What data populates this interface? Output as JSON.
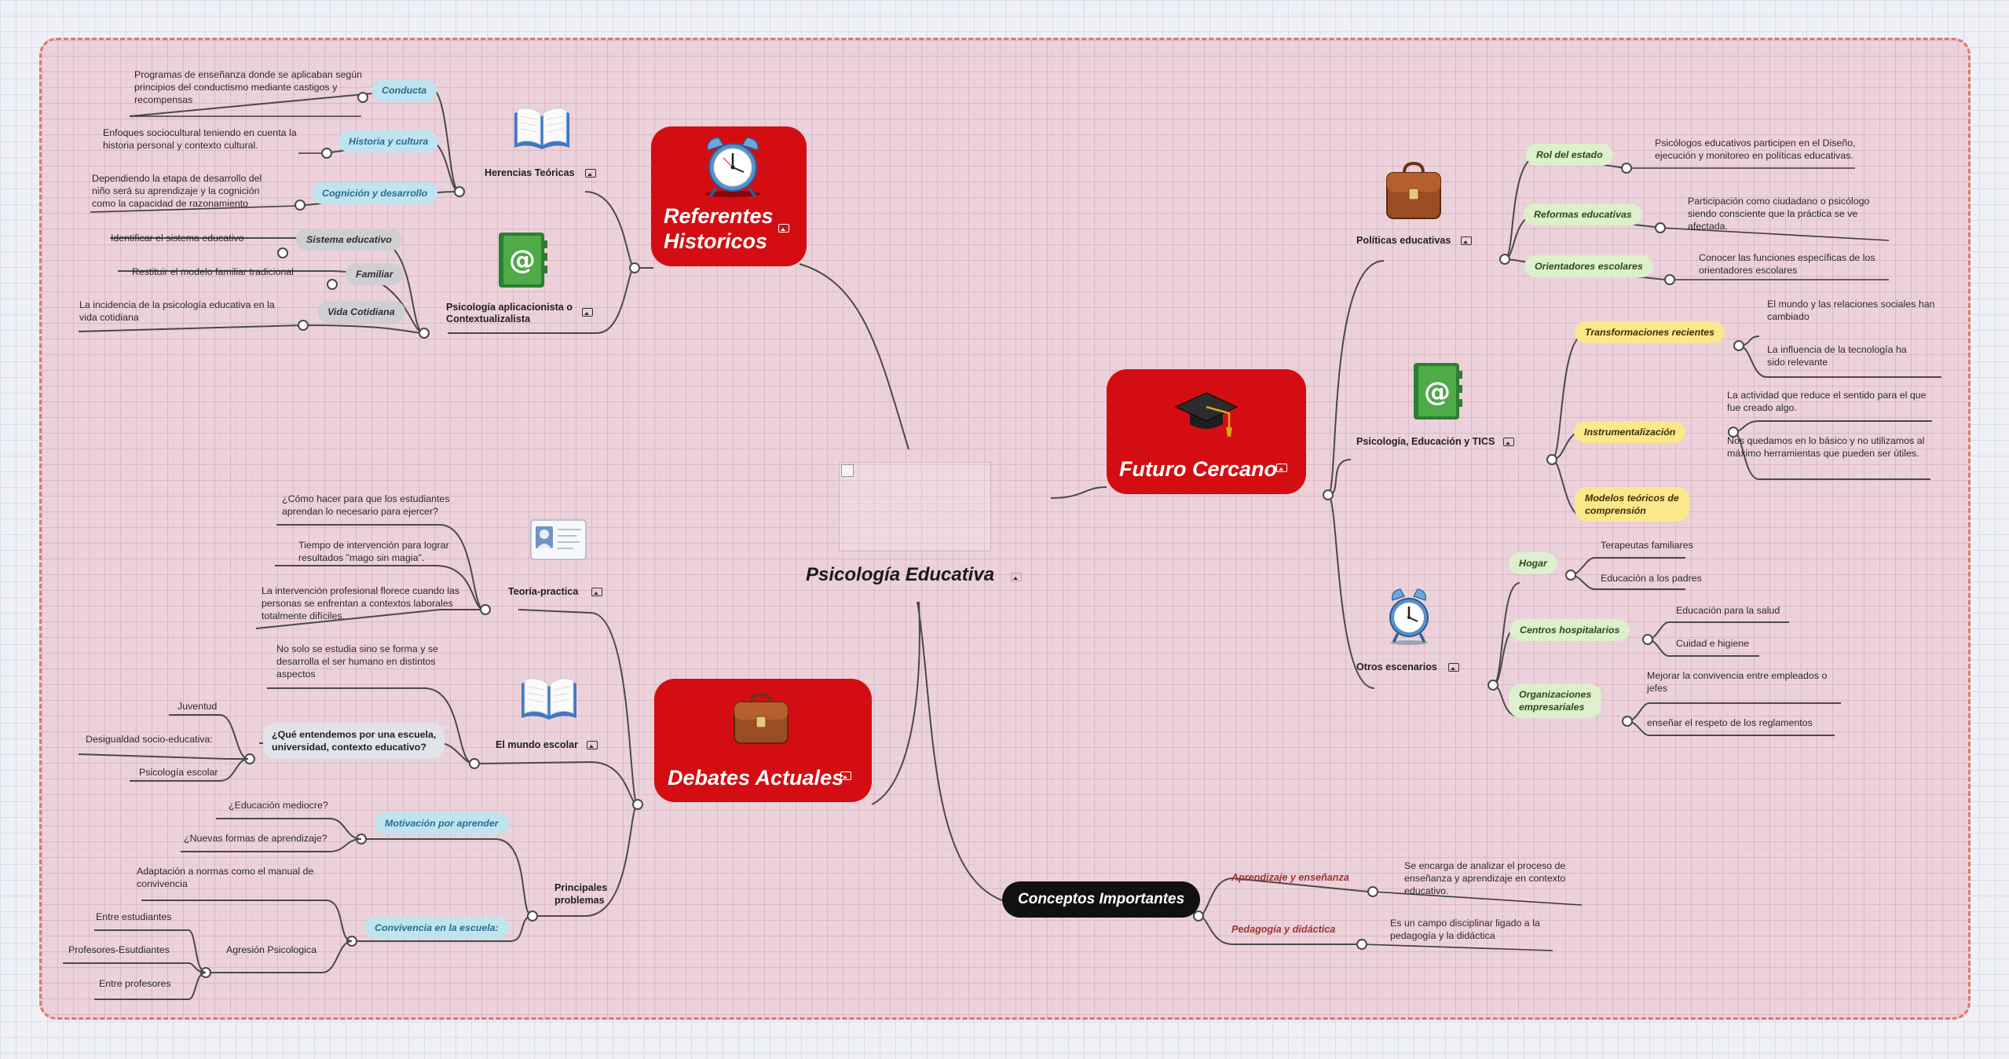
{
  "root": {
    "title": "Psicología Educativa"
  },
  "branches": {
    "referentes": {
      "title_line1": "Referentes",
      "title_line2": "Historicos",
      "herencias": {
        "label": "Herencias Teóricas",
        "items": [
          {
            "tag": "Conducta",
            "text": "Programas de enseñanza donde se aplicaban según principios del conductismo mediante castigos y recompensas"
          },
          {
            "tag": "Historia y cultura",
            "text": "Enfoques sociocultural teniendo en cuenta la historia personal y contexto cultural."
          },
          {
            "tag": "Cognición y desarrollo",
            "text": "Dependiendo la etapa de desarrollo del niño será su aprendizaje y la cognición como la capacidad de razonamiento"
          }
        ]
      },
      "aplicacionista": {
        "label_line1": "Psicología aplicacionista o",
        "label_line2": "Contextualizalista",
        "items": [
          {
            "tag": "Sistema educativo",
            "text": "Identificar el sistema educativo"
          },
          {
            "tag": "Familiar",
            "text": "Restituir el modelo familiar tradicional"
          },
          {
            "tag": "Vida Cotidiana",
            "text": "La incidencia de la psicología educativa en la vida cotidiana"
          }
        ]
      }
    },
    "debates": {
      "title": "Debates Actuales",
      "teoria": {
        "label": "Teoría-practica",
        "items": [
          "¿Cómo hacer para que los estudiantes aprendan lo necesario para ejercer?",
          "Tiempo de intervención para lograr resultados \"mago sin magia\".",
          "La intervención profesional florece cuando las personas se enfrentan a contextos laborales totalmente difíciles."
        ]
      },
      "mundo": {
        "label": "El mundo escolar",
        "note": "No solo se estudia sino se forma y se desarrolla el ser humano en distintos aspectos",
        "question_line1": "¿Qué entendemos por una escuela,",
        "question_line2": "universidad, contexto educativo?",
        "answers": [
          "Juventud",
          "Desigualdad socio-educativa:",
          "Psicología escolar"
        ]
      },
      "problemas": {
        "label_line1": "Principales",
        "label_line2": "problemas",
        "motivacion": {
          "tag": "Motivación por aprender",
          "items": [
            "¿Educación mediocre?",
            "¿Nuevas formas de aprendizaje?"
          ]
        },
        "convivencia": {
          "tag": "Convivencia en la escuela:",
          "note": "Adaptación a normas como el manual de convivencia",
          "agresion": {
            "label": "Agresión Psicologica",
            "items": [
              "Entre estudiantes",
              "Profesores-Esutdiantes",
              "Entre profesores"
            ]
          }
        }
      }
    },
    "futuro": {
      "title": "Futuro Cercano",
      "politicas": {
        "label": "Políticas educativas",
        "items": [
          {
            "tag": "Rol del estado",
            "text": "Psicólogos educativos participen en el Diseño, ejecución y monitoreo en políticas educativas."
          },
          {
            "tag": "Reformas educativas",
            "text": "Participación como ciudadano o psicólogo siendo consciente que la práctica se ve afectada."
          },
          {
            "tag": "Orientadores escolares",
            "text": "Conocer las funciones específicas de los orientadores escolares"
          }
        ]
      },
      "tics": {
        "label": "Psicología, Educación y TICS",
        "transformaciones": {
          "tag": "Transformaciones recientes",
          "items": [
            "El mundo y las relaciones sociales han cambiado",
            "La influencia de la tecnología ha sido relevante"
          ]
        },
        "instrumentalizacion": {
          "tag": "Instrumentalización",
          "items": [
            "La actividad que reduce el sentido para el que fue creado algo.",
            "Nos quedamos en lo básico y no utilizamos al máximo herramientas que pueden ser útiles."
          ]
        },
        "modelos": {
          "tag_line1": "Modelos teóricos de",
          "tag_line2": "comprensión"
        }
      },
      "otros": {
        "label": "Otros escenarios",
        "hogar": {
          "tag": "Hogar",
          "items": [
            "Terapeutas familiares",
            "Educación a los padres"
          ]
        },
        "hospitales": {
          "tag": "Centros hospitalarios",
          "items": [
            "Educación  para la salud",
            "Cuidad e higiene"
          ]
        },
        "organizaciones": {
          "tag_line1": "Organizaciones",
          "tag_line2": "empresariales",
          "items": [
            "Mejorar la convivencia entre empleados o jefes",
            "enseñar el respeto de los reglamentos"
          ]
        }
      }
    },
    "conceptos": {
      "title": "Conceptos Importantes",
      "items": [
        {
          "tag": "Aprendizaje y enseñanza",
          "text": "Se encarga de analizar el proceso de enseñanza y aprendizaje en contexto educativo."
        },
        {
          "tag": "Pedagogía y didáctica",
          "text": "Es un campo disciplinar ligado a la pedagogía y la didáctica"
        }
      ]
    }
  },
  "icons": [
    "book-icon",
    "alarm-clock-icon",
    "contact-book-icon",
    "id-card-icon",
    "briefcase-icon",
    "graduation-cap-icon",
    "image-icon",
    "broken-image-icon"
  ],
  "colors": {
    "main_box": "#d40d12",
    "board_border": "#e0766e",
    "cyan_tag": "#bfe4ef",
    "grey_tag": "#cfcfd3",
    "green_tag": "#ddefcc",
    "yellow_tag": "#fbe78c",
    "concept_tag": "#a3332f"
  }
}
